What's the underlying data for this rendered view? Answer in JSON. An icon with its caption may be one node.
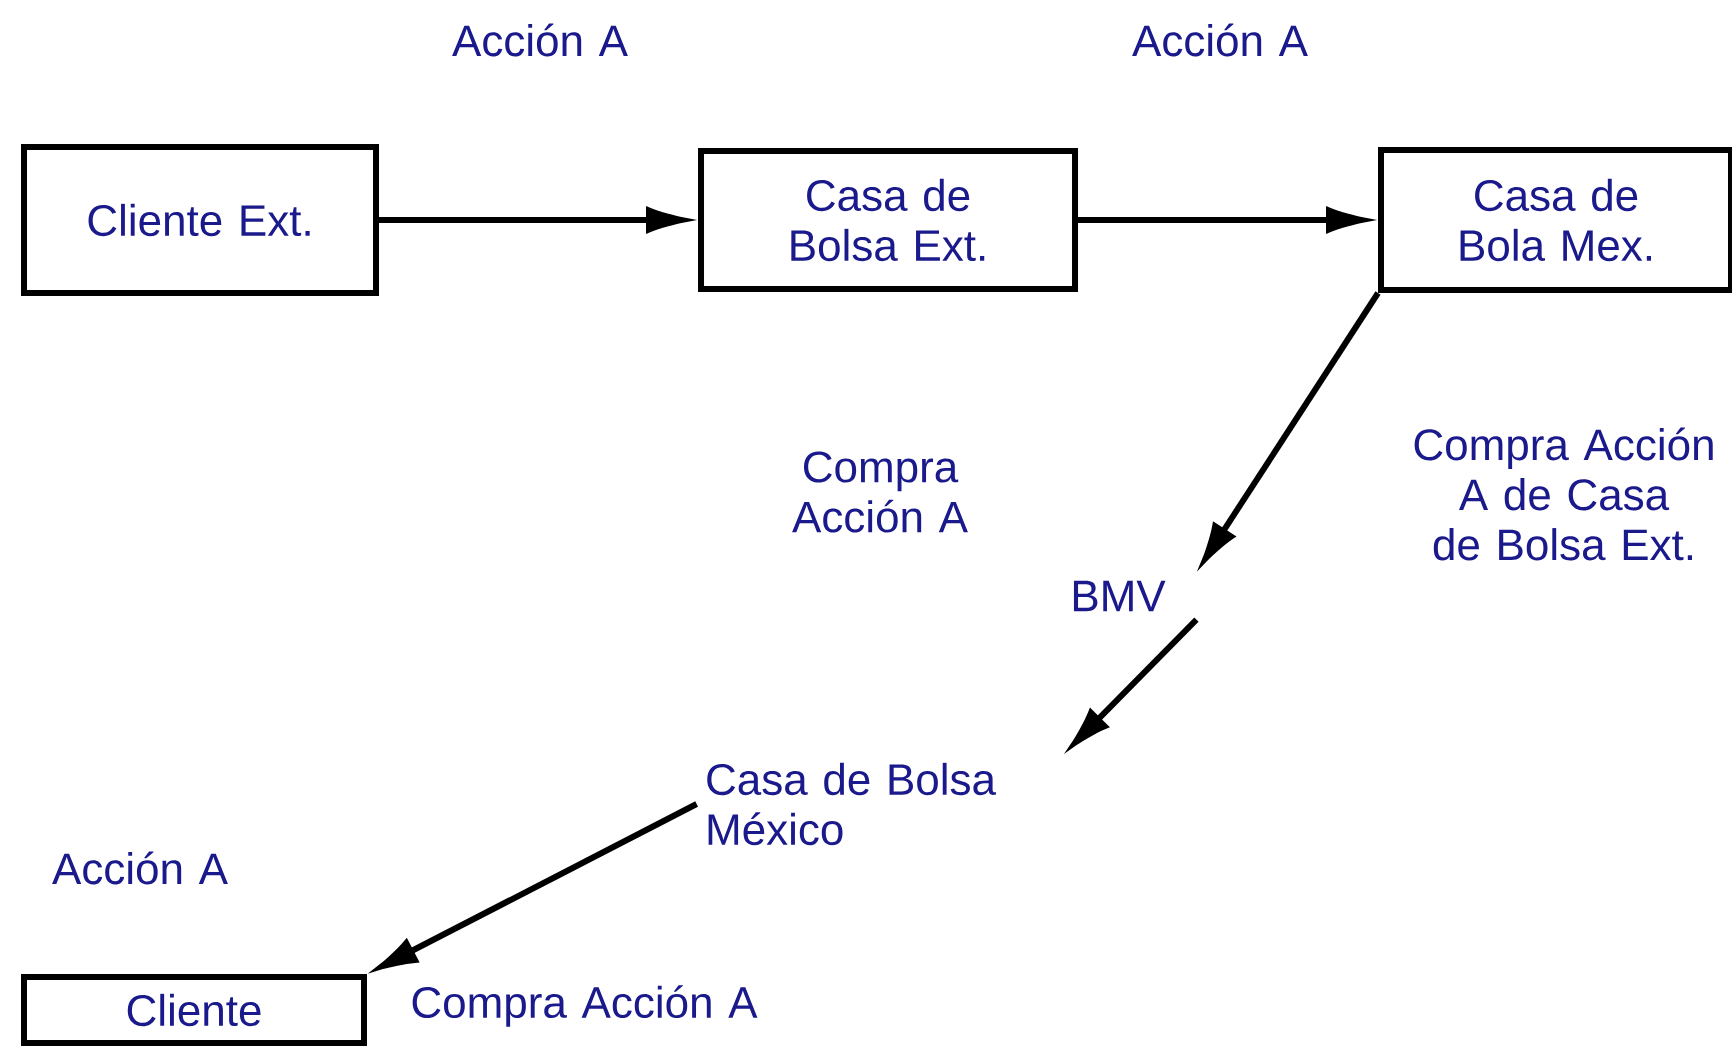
{
  "diagram": {
    "nodes": [
      {
        "text": [
          "Cliente Ext."
        ]
      },
      {
        "text": [
          "Casa de Bolsa Ext."
        ]
      },
      {
        "text": [
          "Casa de Bola Mex."
        ]
      },
      {
        "text": [
          "BMV"
        ]
      },
      {
        "text": [
          "Casa de Bolsa México"
        ]
      },
      {
        "text": [
          "Cliente"
        ]
      }
    ],
    "edges": [
      {
        "from": 0,
        "to": 1,
        "arrow": "to"
      },
      {
        "from": 1,
        "to": 2,
        "arrow": "to"
      },
      {
        "from": 2,
        "to": 3,
        "arrow": "to"
      },
      {
        "from": 3,
        "to": 4,
        "arrow": "to"
      },
      {
        "from": 4,
        "to": 5,
        "arrow": "to"
      }
    ],
    "labels": [
      "Acción A",
      "Acción A",
      "Compra Acción A de Casa de Bolsa Ext.",
      "Compra Acción A",
      "Acción A",
      "Compra Acción A"
    ]
  }
}
